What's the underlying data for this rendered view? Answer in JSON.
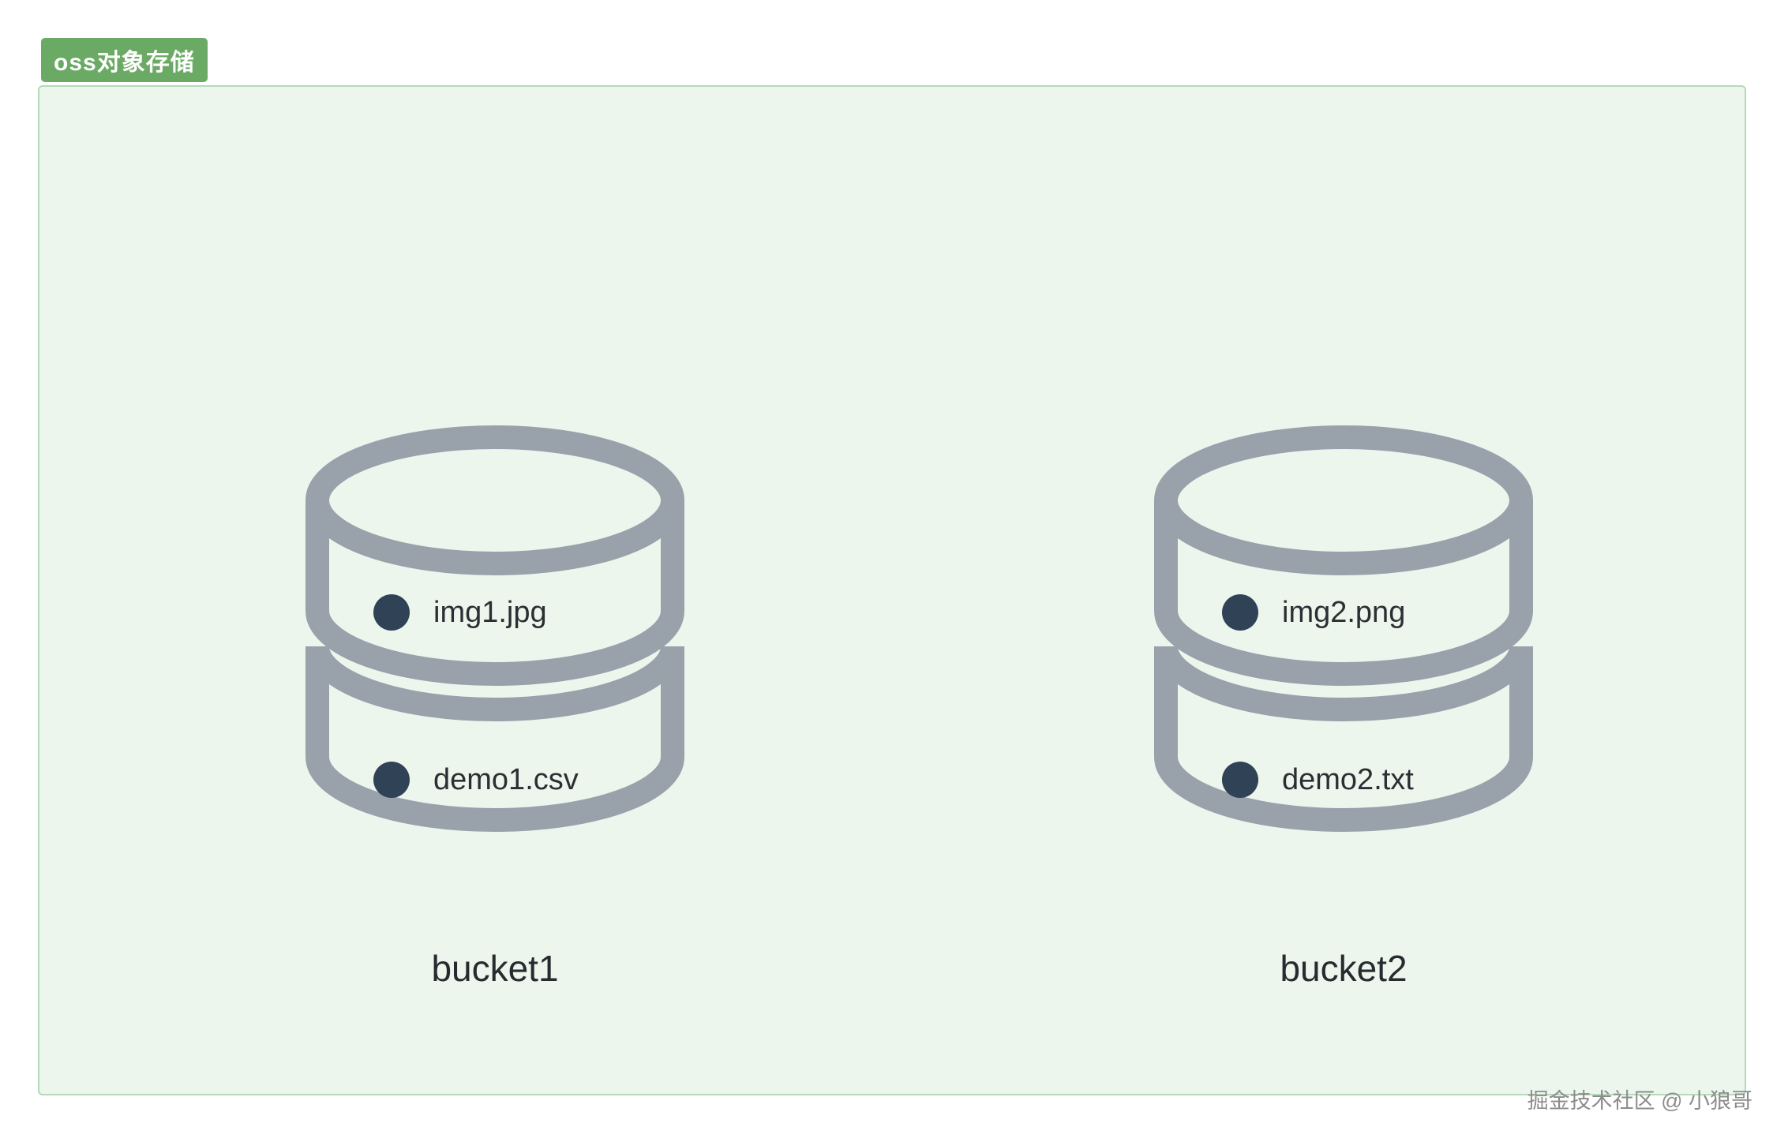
{
  "tag": {
    "label": "oss对象存储",
    "color": "#6aaa64"
  },
  "panel": {
    "background": "#edf6ed",
    "border_color": "#b5dab7"
  },
  "buckets": [
    {
      "name": "bucket1",
      "items": [
        {
          "label": "img1.jpg"
        },
        {
          "label": "demo1.csv"
        }
      ]
    },
    {
      "name": "bucket2",
      "items": [
        {
          "label": "img2.png"
        },
        {
          "label": "demo2.txt"
        }
      ]
    }
  ],
  "icons": {
    "bucket": "database-cylinder-icon",
    "object": "object-dot-icon"
  },
  "colors": {
    "cylinder_stroke": "#99a1ab",
    "object_dot": "#2f4256",
    "label_text": "#2b2f33",
    "watermark_text": "#8c8c8c"
  },
  "watermark": "掘金技术社区 @ 小狼哥"
}
